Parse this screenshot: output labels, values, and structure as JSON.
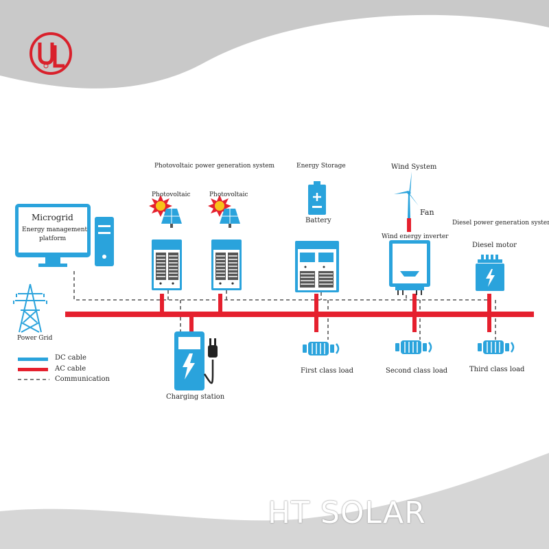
{
  "logo": {
    "text": "UL",
    "color": "#d9202b"
  },
  "colors": {
    "dc_cable": "#2aa3dc",
    "ac_cable": "#e5202e",
    "communication": "#333333",
    "background_band": "#c9c9c9"
  },
  "microgrid": {
    "title": "Microgrid",
    "line1": "Energy management",
    "line2": "platform"
  },
  "labels": {
    "pv_system": "Photovoltaic power generation system",
    "pv1": "Photovoltaic",
    "pv2": "Photovoltaic",
    "energy_storage": "Energy Storage",
    "battery": "Battery",
    "wind_system": "Wind System",
    "fan": "Fan",
    "wind_inverter": "Wind energy inverter",
    "diesel_system": "Diesel power generation system",
    "diesel_motor": "Diesel motor",
    "power_grid": "Power Grid",
    "charging_station": "Charging station",
    "first_load": "First class load",
    "second_load": "Second class load",
    "third_load": "Third class load"
  },
  "legend": [
    {
      "label": "DC cable",
      "style": "dc"
    },
    {
      "label": "AC cable",
      "style": "ac"
    },
    {
      "label": "Communication",
      "style": "comm"
    }
  ],
  "watermark": "HT SOLAR",
  "icons": [
    "ul-logo-icon",
    "monitor-icon",
    "computer-tower-icon",
    "sun-icon",
    "solar-panel-icon",
    "inverter-cabinet-icon",
    "battery-icon",
    "storage-cabinet-icon",
    "wind-turbine-icon",
    "wind-inverter-icon",
    "diesel-generator-icon",
    "power-tower-icon",
    "charging-station-icon",
    "plug-icon",
    "load-icon"
  ]
}
